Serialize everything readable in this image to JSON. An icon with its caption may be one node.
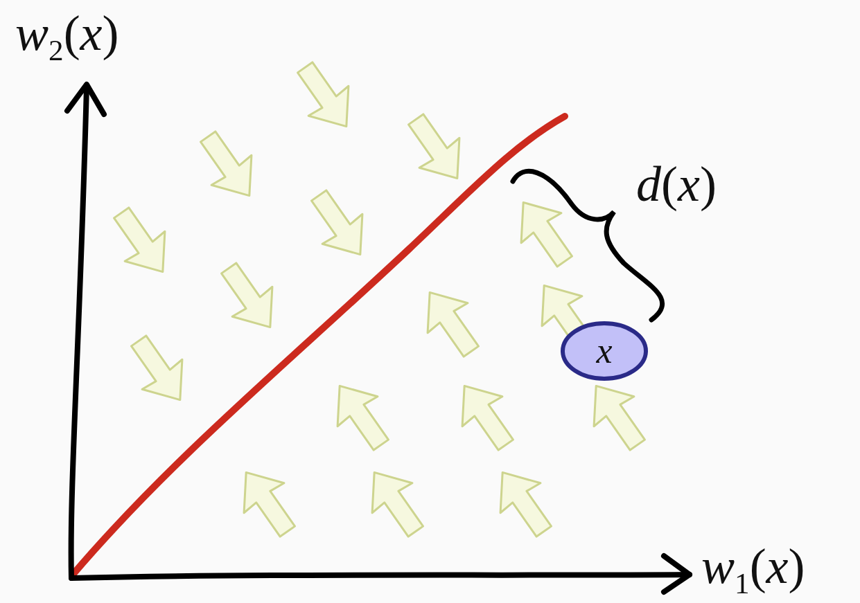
{
  "diagram": {
    "nodes": [
      {
        "text": [
          "x"
        ]
      }
    ],
    "edges": [],
    "labels": [
      "*w*$_{2}$(*x*)",
      "*w*$_{1}$(*x*)",
      "*d*(*x*)"
    ]
  }
}
